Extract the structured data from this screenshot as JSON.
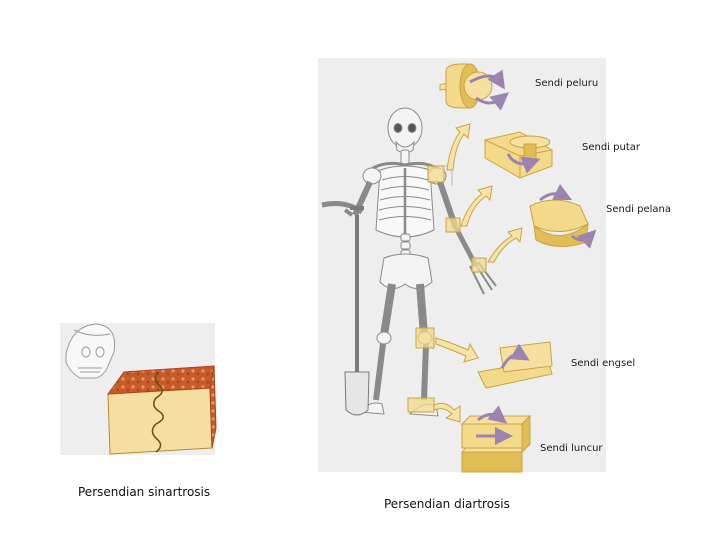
{
  "diagram": {
    "joints": [
      {
        "id": "ball",
        "label": "Sendi peluru"
      },
      {
        "id": "pivot",
        "label": "Sendi putar"
      },
      {
        "id": "saddle",
        "label": "Sendi pelana"
      },
      {
        "id": "hinge",
        "label": "Sendi engsel"
      },
      {
        "id": "gliding",
        "label": "Sendi luncur"
      }
    ],
    "captions": {
      "sinartrosis": "Persendian sinartrosis",
      "diartrosis": "Persendian diartrosis"
    }
  },
  "colors": {
    "panel_bg": "#eeeeee",
    "bone": "#f4f4f4",
    "bone_outline": "#8a8a8a",
    "joint_yellow": "#f3d98a",
    "joint_shadow": "#e1bd55",
    "arrow_fill": "#f6e3a6",
    "arrow_stroke": "#c9a444",
    "motion_arrow": "#9b84b0",
    "bone_tissue": "#c65c2a",
    "cartilage": "#f5dfa0"
  }
}
